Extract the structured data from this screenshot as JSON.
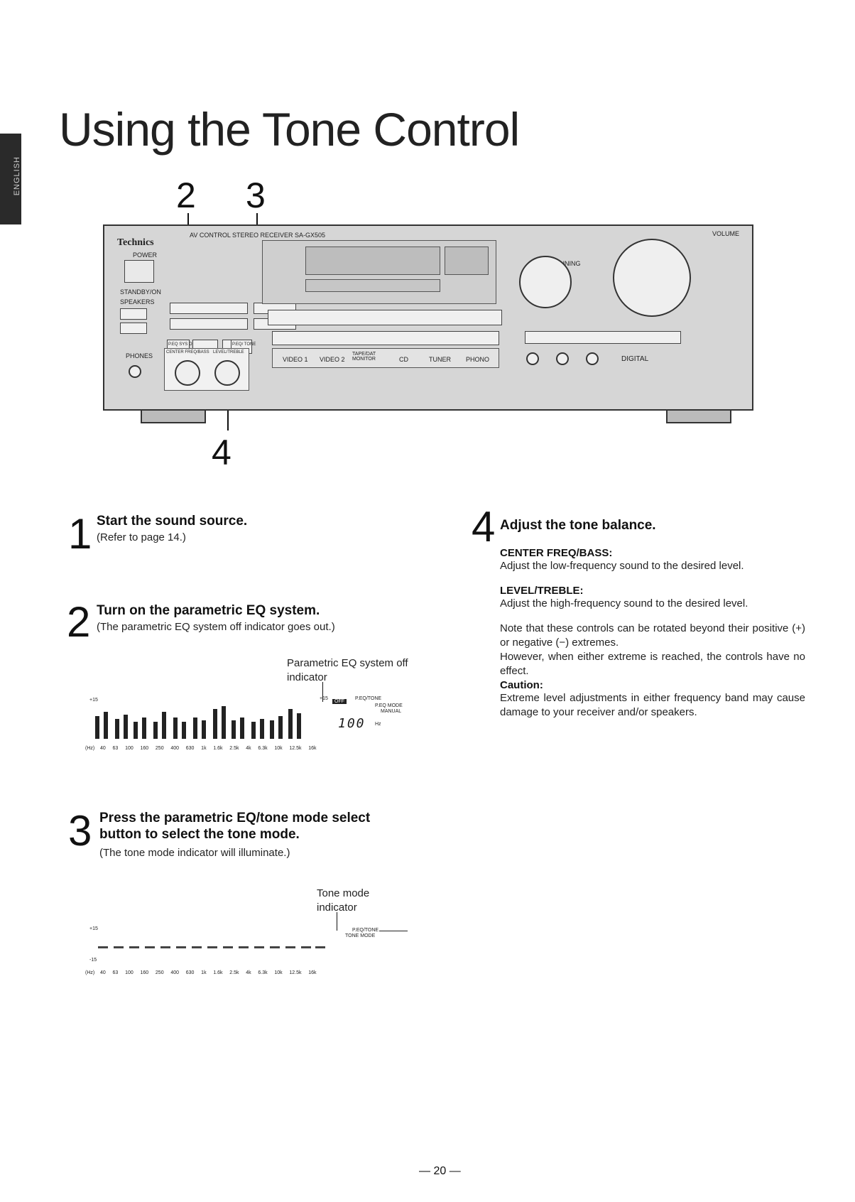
{
  "sidebar": {
    "language_tab": "ENGLISH"
  },
  "page": {
    "title": "Using the Tone Control",
    "page_number": "— 20 —"
  },
  "figure": {
    "callouts": [
      "2",
      "3",
      "4"
    ],
    "receiver": {
      "brand": "Technics",
      "model_label": "AV CONTROL STEREO RECEIVER SA-GX505",
      "power_label": "POWER",
      "standby_label": "STANDBY/ON",
      "speakers_label": "SPEAKERS",
      "phones_label": "PHONES",
      "knob_label_left": "CENTER FREQ/BASS",
      "knob_label_right": "LEVEL/TREBLE",
      "peq_button_label": "P.EQ SYS ON/OFF",
      "tone_button_label": "P.EQ/ TONE",
      "volume_label": "VOLUME",
      "tuning_label": "TUNING",
      "digital_label": "DIGITAL",
      "input_labels": [
        "VIDEO 1",
        "VIDEO 2",
        "TAPE/DAT MONITOR",
        "CD",
        "TUNER",
        "PHONO"
      ]
    }
  },
  "steps": [
    {
      "num": "1",
      "heading": "Start the sound source.",
      "note": "(Refer to page 14.)"
    },
    {
      "num": "2",
      "heading": "Turn on the parametric EQ system.",
      "note": "(The parametric EQ system off indicator goes out.)"
    },
    {
      "num": "3",
      "heading": "Press the parametric EQ/tone mode select button to select the tone mode.",
      "note": "(The tone mode indicator will illuminate.)"
    },
    {
      "num": "4",
      "heading": "Adjust the tone balance."
    }
  ],
  "indicator_display_1": {
    "label": "Parametric EQ system off indicator",
    "freq_labels": [
      "(Hz)",
      "40",
      "63",
      "100",
      "160",
      "250",
      "400",
      "630",
      "1k",
      "1.6k",
      "2.5k",
      "4k",
      "6.3k",
      "10k",
      "12.5k",
      "16k"
    ],
    "scale_top": "+15",
    "scale_right_top": "+15",
    "mode_text": "P.EQ/TONE",
    "mode_sub1": "P.EQ MODE",
    "mode_sub2": "MANUAL",
    "off_tag": "OFF",
    "readout": "100",
    "readout_unit": "Hz"
  },
  "indicator_display_2": {
    "label": "Tone mode indicator",
    "freq_labels": [
      "(Hz)",
      "40",
      "63",
      "100",
      "160",
      "250",
      "400",
      "630",
      "1k",
      "1.6k",
      "2.5k",
      "4k",
      "6.3k",
      "10k",
      "12.5k",
      "16k"
    ],
    "scale_top": "+15",
    "scale_bottom": "-15",
    "mode_text": "P.EQ/TONE",
    "mode_sub": "TONE MODE"
  },
  "adjust": {
    "center_head": "CENTER FREQ/BASS:",
    "center_text": "Adjust the low-frequency sound to the desired level.",
    "level_head": "LEVEL/TREBLE:",
    "level_text": "Adjust the high-frequency sound to the desired level.",
    "note_text": "Note that these controls can be rotated beyond their positive (+) or negative (−) extremes.",
    "however_text": "However, when either extreme is reached, the controls have no effect.",
    "caution_head": "Caution:",
    "caution_text": "Extreme level adjustments in either frequency band may cause damage to your receiver and/or speakers."
  }
}
